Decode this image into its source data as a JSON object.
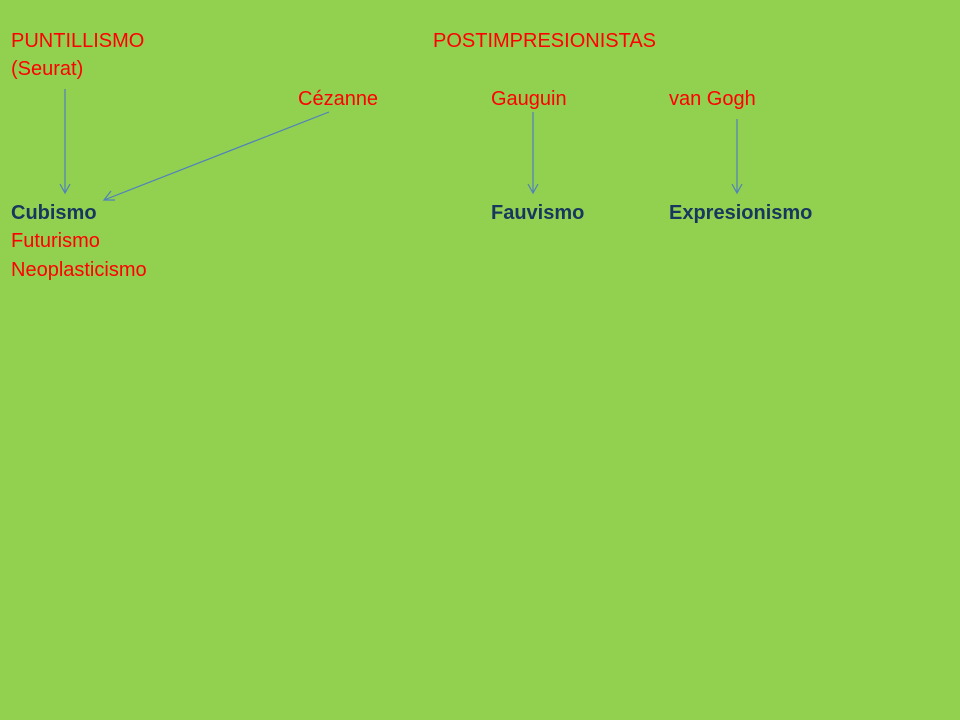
{
  "colors": {
    "background": "#92d050",
    "heading_text": "#ff0000",
    "movement_text": "#17375e",
    "arrow": "#4f81bd"
  },
  "headings": {
    "puntillismo": "PUNTILLISMO",
    "seurat": "(Seurat)",
    "postimpresionistas": "POSTIMPRESIONISTAS"
  },
  "artists": {
    "cezanne": "Cézanne",
    "gauguin": "Gauguin",
    "van_gogh": "van Gogh"
  },
  "movements": {
    "cubismo": "Cubismo",
    "futurismo": "Futurismo",
    "neoplasticismo": "Neoplasticismo",
    "fauvismo": "Fauvismo",
    "expresionismo": "Expresionismo"
  },
  "arrows": [
    {
      "from": "seurat",
      "to": "cubismo"
    },
    {
      "from": "cezanne",
      "to": "cubismo"
    },
    {
      "from": "gauguin",
      "to": "fauvismo"
    },
    {
      "from": "van_gogh",
      "to": "expresionismo"
    }
  ]
}
